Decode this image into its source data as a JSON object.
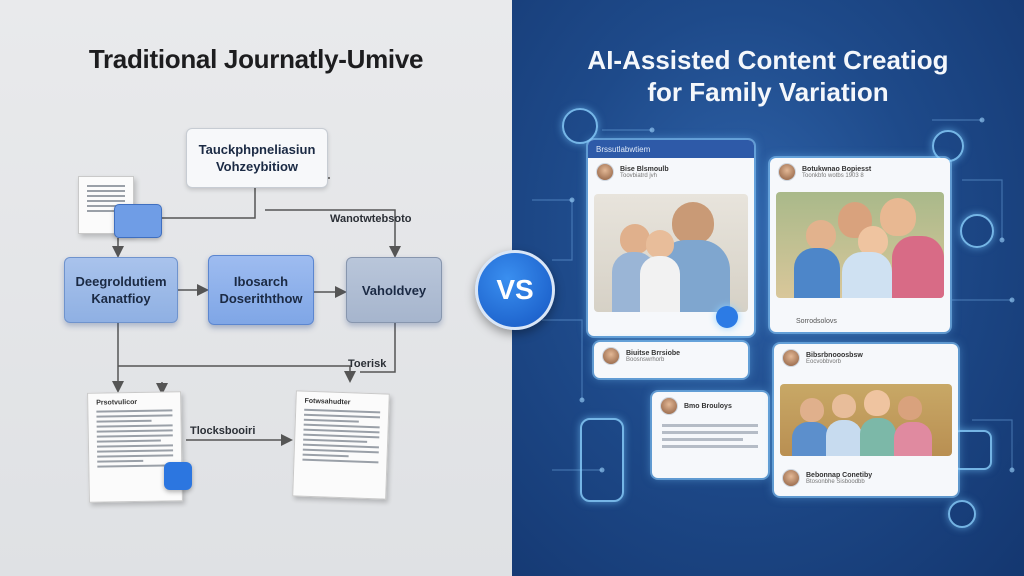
{
  "left": {
    "title": "Traditional Journatly-Umive",
    "boxes": {
      "top": "Tauckphpneliasiun Vohzeybitiow",
      "left": "Deegroldutiem Kanatfioy",
      "center": "Ibosarch Doseriththow",
      "right": "Vaholdvey"
    },
    "labels": {
      "flow_top": "Wanotwtebsoto",
      "flow_mid": "Toerisk",
      "flow_bottom": "Tlocksbooiri"
    },
    "papers": {
      "left_head": "Prsotvulicor",
      "right_head": "Fotwsahudter"
    }
  },
  "center": {
    "vs": "VS"
  },
  "right": {
    "title_line1": "AI-Assisted Content Creatiog",
    "title_line2": "for Family Variation",
    "cards": {
      "main_bar": "Brssutlabwtiem",
      "main_name": "Bise Blsmoulb",
      "main_meta": "Toovbiatrd jvh",
      "tr_name": "Botukwnao Bopiesst",
      "tr_meta": "Toonkbfo wotbs 1903 8",
      "tr_foot": "Sorrodsolovs",
      "sm_name": "Biuitse Brrsiobe",
      "sm_meta": "Boosnswrhorb",
      "mid_name": "Bmo Brouloys",
      "br_name": "Bibsrbnooosbsw",
      "br_meta": "Eocvobbvorb",
      "bb_name": "Bebonnap Conetiby",
      "bb_meta": "Btosonbhe Sisboodbb"
    }
  },
  "colors": {
    "left_bg": "#e4e6e9",
    "right_bg": "#1e4a8a",
    "accent": "#1a6fe0"
  }
}
